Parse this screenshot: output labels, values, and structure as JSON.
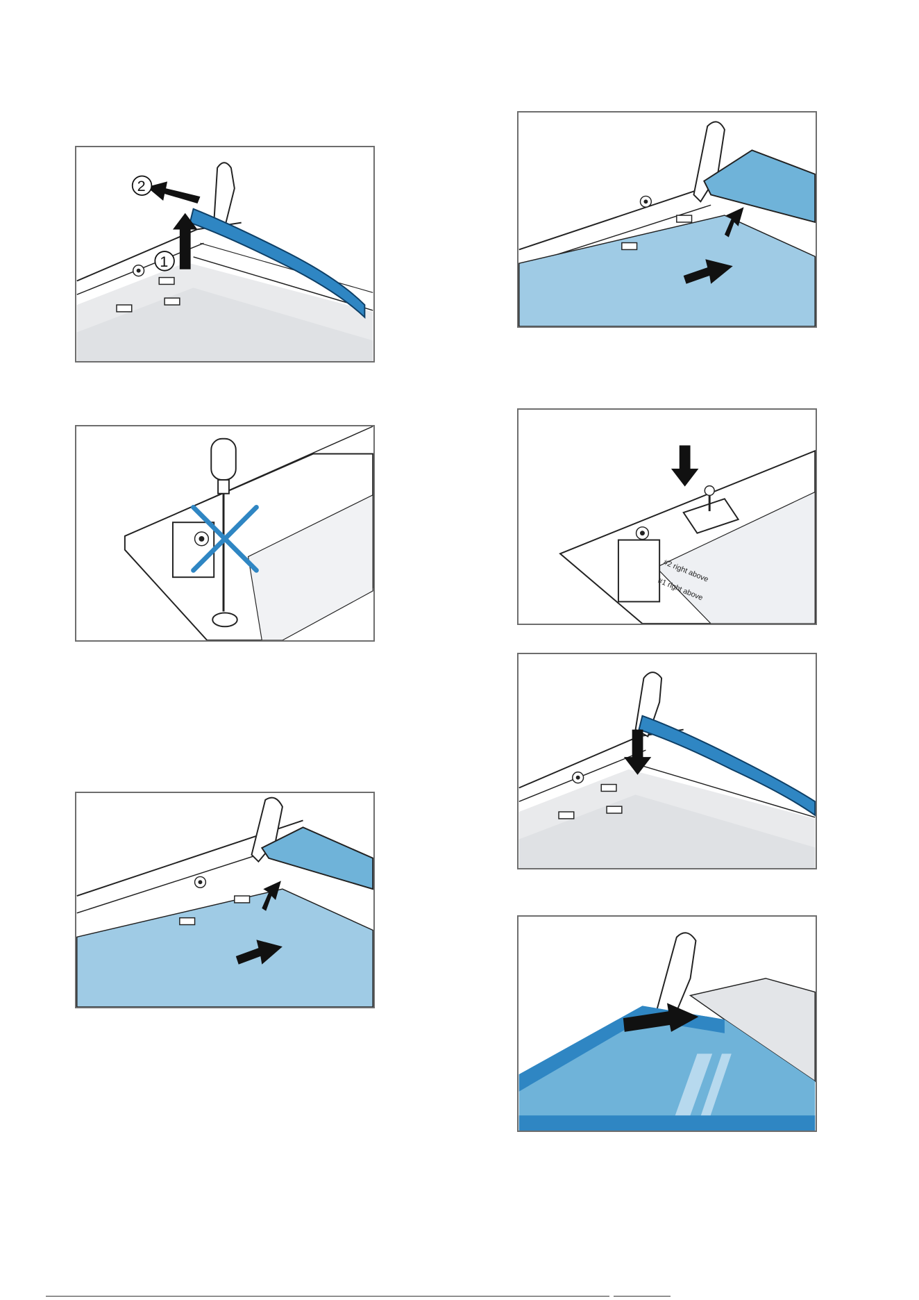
{
  "page": {
    "figures": [
      {
        "id": "fig-1",
        "callouts": [
          "2",
          "1"
        ]
      },
      {
        "id": "fig-2"
      },
      {
        "id": "fig-3"
      },
      {
        "id": "fig-4"
      },
      {
        "id": "fig-5",
        "labels": [
          "#2 right above",
          "#1 right above"
        ]
      },
      {
        "id": "fig-6"
      },
      {
        "id": "fig-7"
      }
    ]
  },
  "colors": {
    "frame": "#6d6d6d",
    "blue_dark": "#2f86c3",
    "blue_mid": "#6fb3d9",
    "blue_light": "#9fcbe5",
    "grey_panel": "#e3e5e8",
    "line": "#222222"
  }
}
